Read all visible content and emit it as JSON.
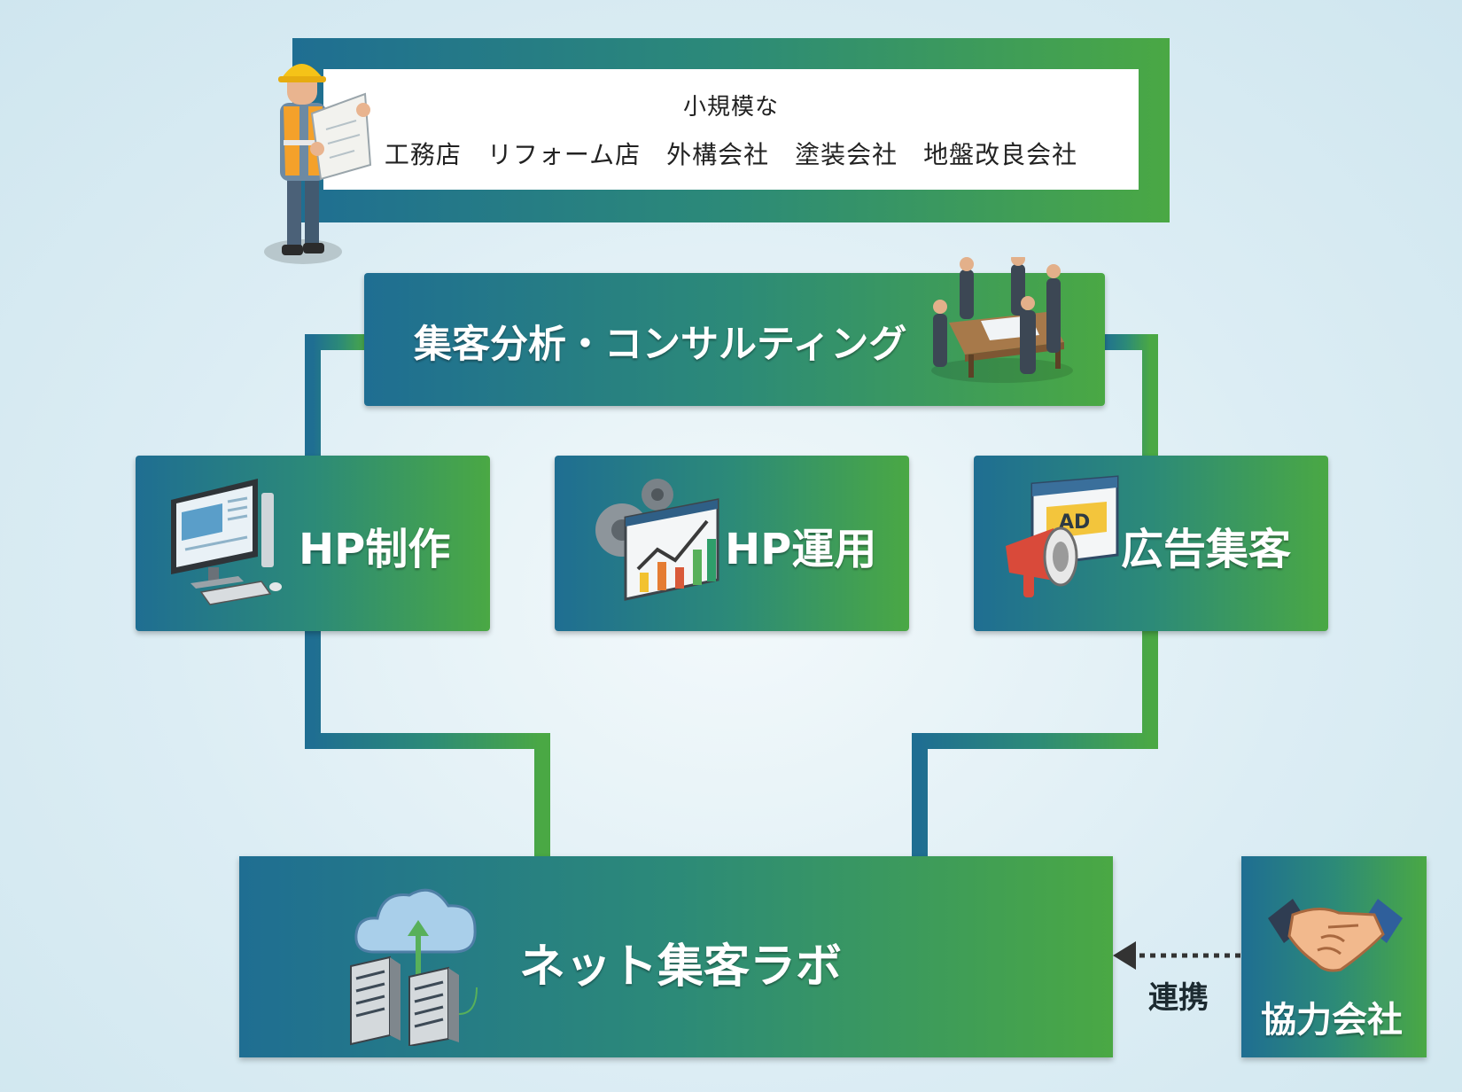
{
  "target": {
    "title": "小規模な",
    "segments": "工務店　リフォーム店　外構会社　塗装会社　地盤改良会社"
  },
  "consulting": {
    "label": "集客分析・コンサルティング"
  },
  "services": [
    {
      "label": "HP制作"
    },
    {
      "label": "HP運用"
    },
    {
      "label": "広告集客"
    }
  ],
  "main": {
    "label": "ネット集客ラボ"
  },
  "partner": {
    "label": "協力会社"
  },
  "link": {
    "label": "連携"
  },
  "colors": {
    "gradient_start": "#1f6e92",
    "gradient_mid": "#2c8a78",
    "gradient_end": "#4aa844",
    "background": "#dcedf4"
  },
  "icons": [
    "construction-worker-icon",
    "meeting-people-icon",
    "computer-monitor-icon",
    "analytics-chart-gear-icon",
    "megaphone-ad-icon",
    "cloud-server-icon",
    "handshake-icon"
  ]
}
